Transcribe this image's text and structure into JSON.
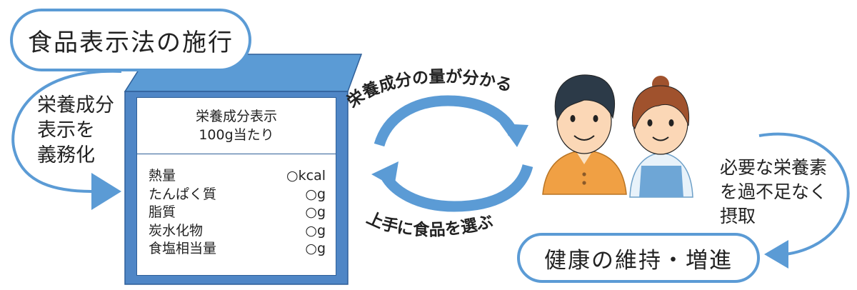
{
  "title": "食品表示法の施行",
  "left_note": "栄養成分\n表示を\n義務化",
  "label_panel": {
    "heading_line1": "栄養成分表示",
    "heading_line2": "100g当たり",
    "rows": [
      {
        "name": "熱量",
        "value": "○kcal"
      },
      {
        "name": "たんぱく質",
        "value": "○g"
      },
      {
        "name": "脂質",
        "value": "○g"
      },
      {
        "name": "炭水化物",
        "value": "○g"
      },
      {
        "name": "食塩相当量",
        "value": "○g"
      }
    ]
  },
  "cycle": {
    "top_label": "栄養成分の量が分かる",
    "bottom_label": "上手に食品を選ぶ"
  },
  "right_note": "必要な栄養素\nを過不足なく\n摂取",
  "outcome": "健康の維持・増進",
  "colors": {
    "accent": "#5b9bd5",
    "box_blue": "#4f86c6",
    "box_edge": "#2f5f98"
  }
}
